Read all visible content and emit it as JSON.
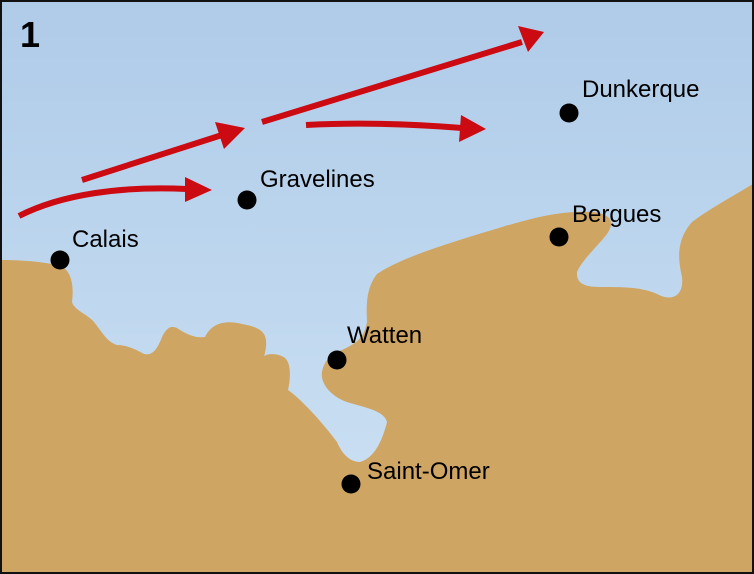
{
  "map": {
    "panel_number": "1",
    "colors": {
      "sea_top": "#afcbe8",
      "sea_bottom": "#cfe2f4",
      "land": "#cfa563",
      "arrow": "#cc0a12",
      "dot": "#000000",
      "border": "#111111"
    },
    "cities": [
      {
        "name": "Calais",
        "dot": [
          58,
          258
        ],
        "label": [
          70,
          226
        ]
      },
      {
        "name": "Gravelines",
        "dot": [
          245,
          198
        ],
        "label": [
          258,
          166
        ]
      },
      {
        "name": "Dunkerque",
        "dot": [
          567,
          111
        ],
        "label": [
          580,
          76
        ]
      },
      {
        "name": "Bergues",
        "dot": [
          557,
          235
        ],
        "label": [
          570,
          201
        ]
      },
      {
        "name": "Watten",
        "dot": [
          335,
          358
        ],
        "label": [
          345,
          322
        ]
      },
      {
        "name": "Saint-Omer",
        "dot": [
          349,
          482
        ],
        "label": [
          365,
          458
        ]
      }
    ],
    "arrows": [
      {
        "id": "arrow-1",
        "description": "curved arrow from west of Calais toward Gravelines"
      },
      {
        "id": "arrow-2",
        "description": "straight arrow north-east above Calais"
      },
      {
        "id": "arrow-3",
        "description": "long straight arrow north-east above Gravelines toward Dunkerque area"
      },
      {
        "id": "arrow-4",
        "description": "slightly curved arrow east from Gravelines toward Dunkerque"
      }
    ]
  }
}
